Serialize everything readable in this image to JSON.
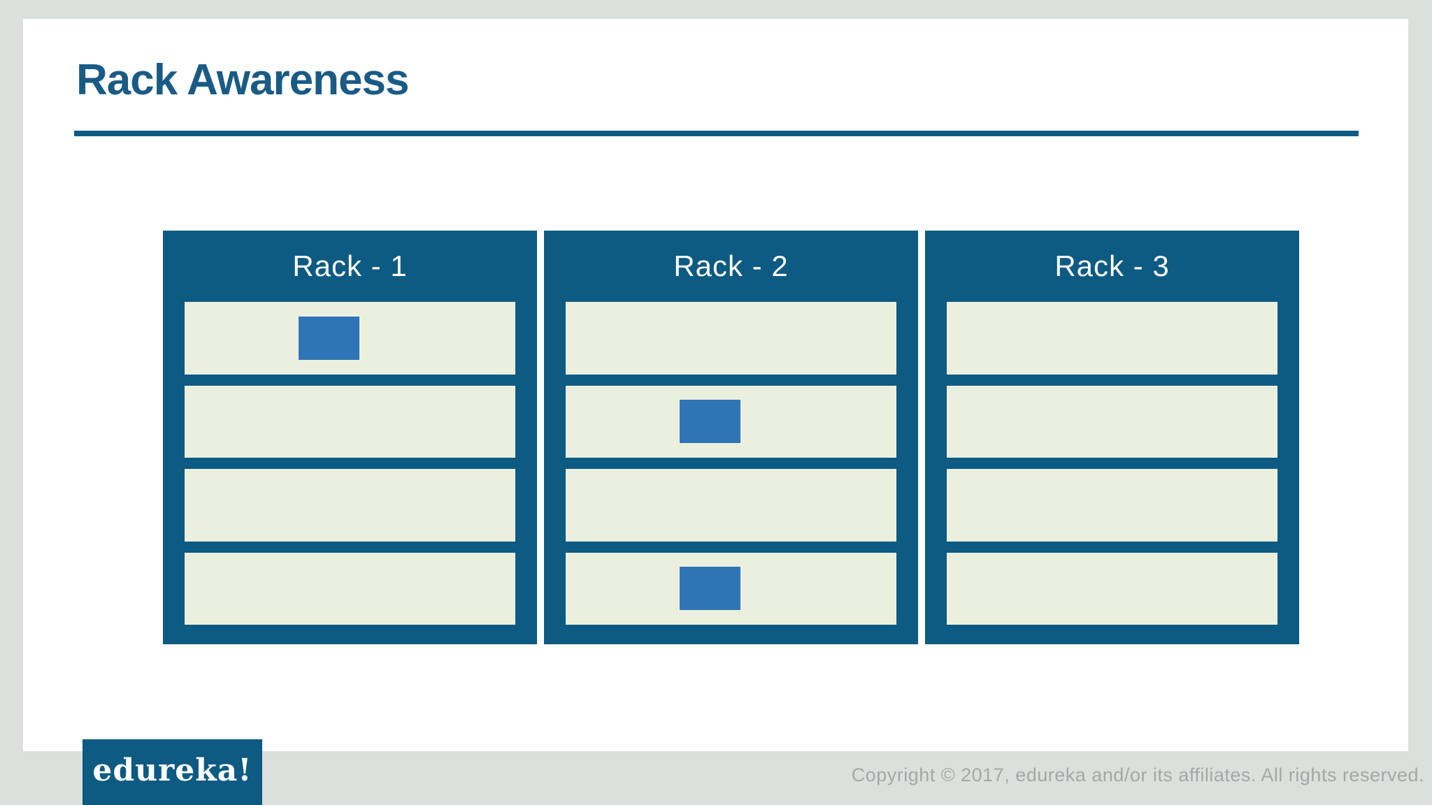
{
  "slide": {
    "title": "Rack Awareness"
  },
  "racks": [
    {
      "label": "Rack - 1",
      "slots": [
        {
          "block": true
        },
        {
          "block": false
        },
        {
          "block": false
        },
        {
          "block": false
        }
      ]
    },
    {
      "label": "Rack - 2",
      "slots": [
        {
          "block": false
        },
        {
          "block": true
        },
        {
          "block": false
        },
        {
          "block": true
        }
      ]
    },
    {
      "label": "Rack - 3",
      "slots": [
        {
          "block": false
        },
        {
          "block": false
        },
        {
          "block": false
        },
        {
          "block": false
        }
      ]
    }
  ],
  "footer": {
    "logo_text": "edureka!",
    "copyright": "Copyright © 2017, edureka and/or its affiliates. All rights reserved."
  },
  "colors": {
    "page_background": "#dce0dd",
    "slide_background": "#ffffff",
    "accent_dark_teal": "#0d5a82",
    "title_text": "#1a5b85",
    "slot_fill": "#ebf0de",
    "block_fill": "#2f75b6",
    "copyright_text": "#a3a7a6"
  }
}
